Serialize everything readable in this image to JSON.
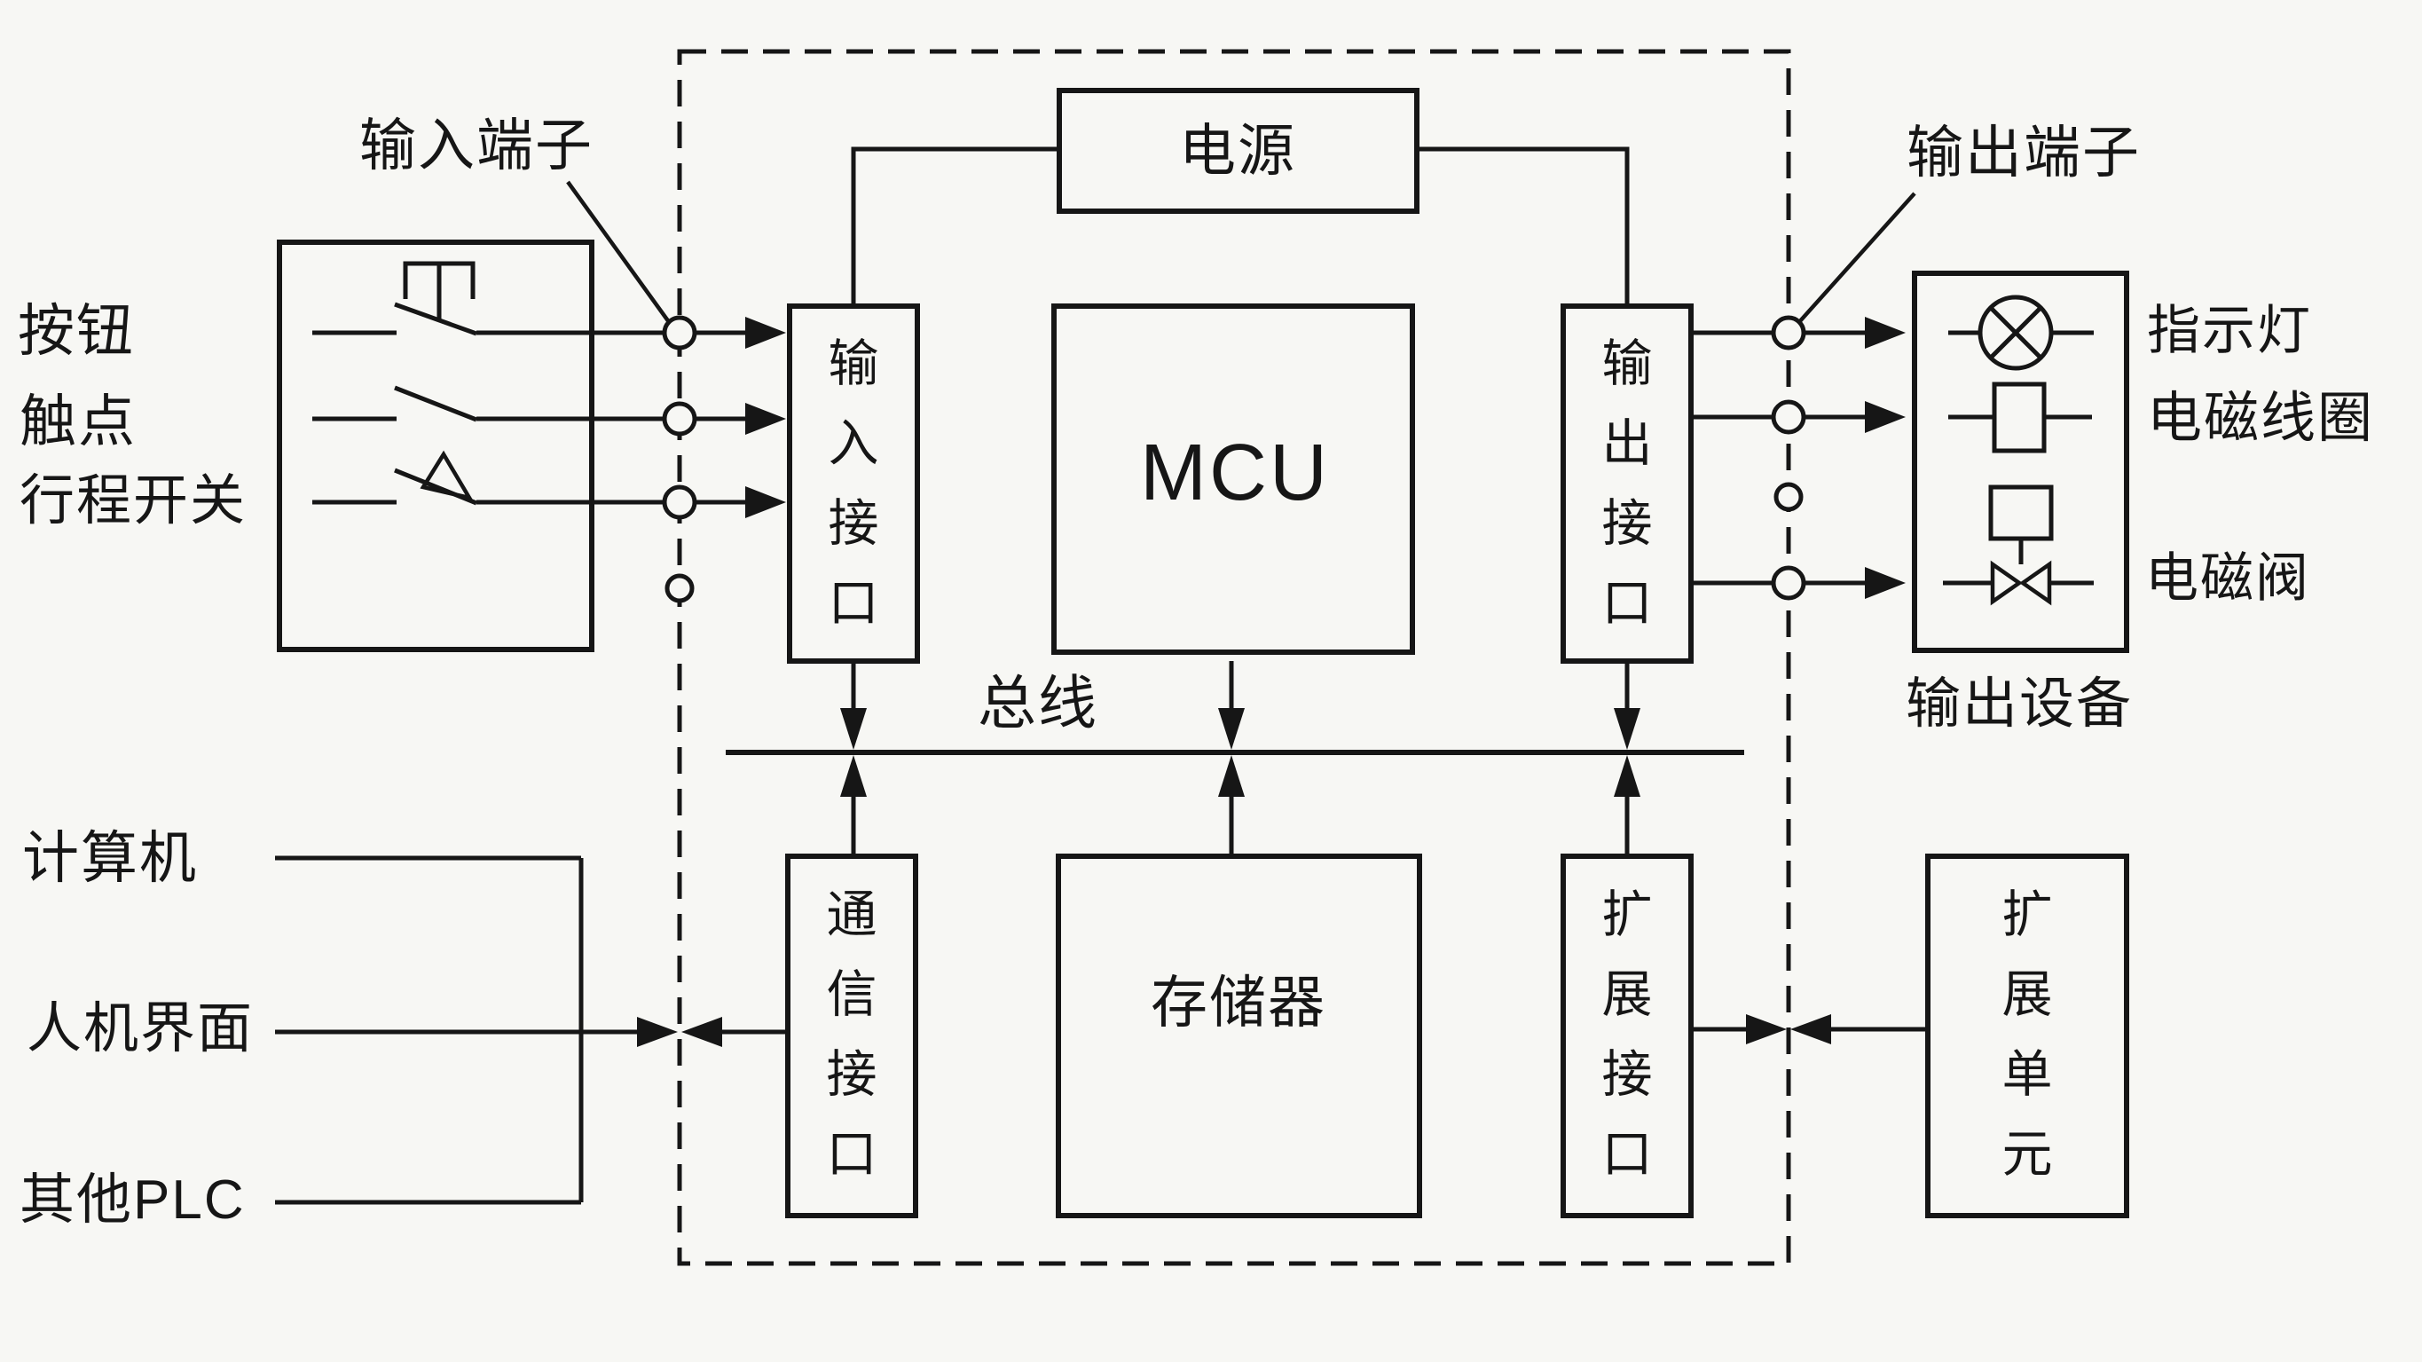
{
  "colors": {
    "background": "#f7f7f4",
    "ink": "#161616"
  },
  "plc_internal": {
    "power_label": "电源",
    "mcu_label": "MCU",
    "input_interface_label": "输入接口",
    "output_interface_label": "输出接口",
    "comm_interface_label": "通信接口",
    "memory_label": "存储器",
    "expansion_interface_label": "扩展接口",
    "bus_label": "总线"
  },
  "annotations": {
    "input_terminal_label": "输入端子",
    "output_terminal_label": "输出端子",
    "output_devices_label": "输出设备"
  },
  "input_devices": [
    "按钮",
    "触点",
    "行程开关"
  ],
  "output_devices": [
    "指示灯",
    "电磁线圈",
    "电磁阀"
  ],
  "comm_partners": [
    "计算机",
    "人机界面",
    "其他PLC"
  ],
  "expansion_unit_label": "扩展单元"
}
